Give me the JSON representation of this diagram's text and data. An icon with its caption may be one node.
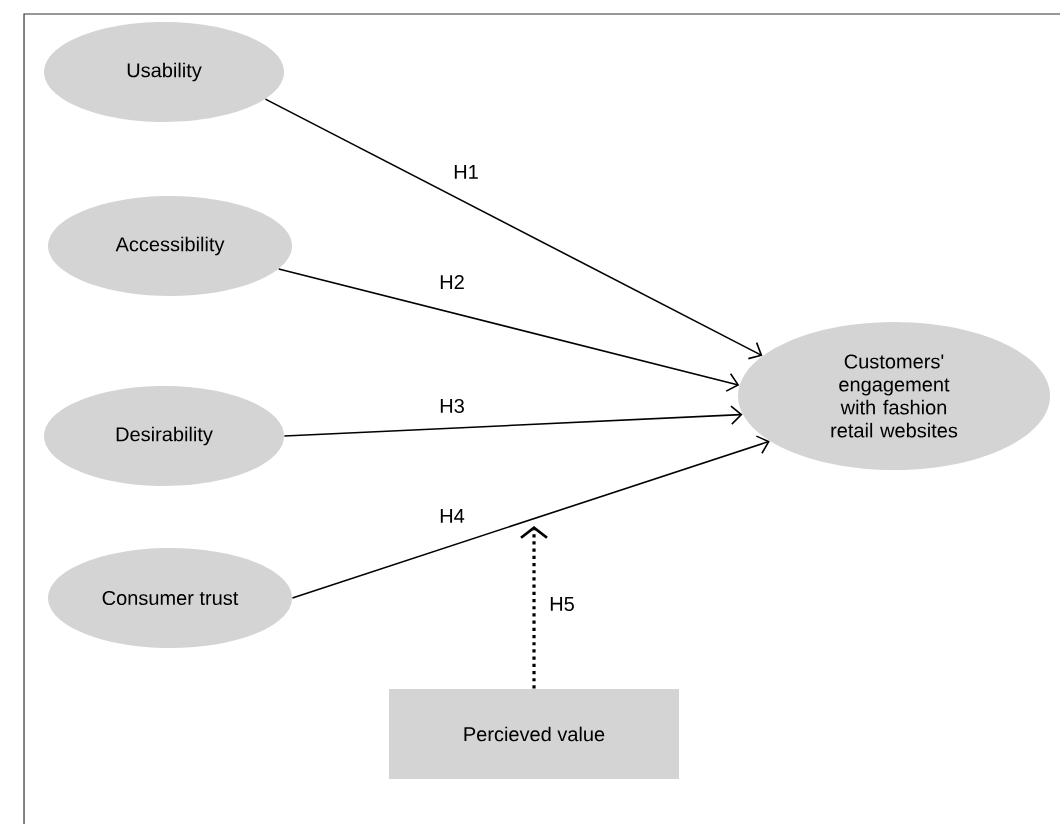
{
  "diagram": {
    "nodes": [
      {
        "text": [
          "Usability"
        ]
      },
      {
        "text": [
          "Accessibility"
        ]
      },
      {
        "text": [
          "Desirability"
        ]
      },
      {
        "text": [
          "Consumer trust"
        ]
      },
      {
        "text": [
          "Customers' engagement with fashion retail websites"
        ]
      },
      {
        "text": [
          "Percieved value"
        ]
      }
    ],
    "edges": [
      {
        "from": 0,
        "to": 4,
        "arrow": "to",
        "label": "H1"
      },
      {
        "from": 1,
        "to": 4,
        "arrow": "to",
        "label": "H2"
      },
      {
        "from": 2,
        "to": 4,
        "arrow": "to",
        "label": "H3"
      },
      {
        "from": 3,
        "to": 4,
        "arrow": "to",
        "label": "H4"
      },
      {
        "from": 5,
        "to": null,
        "arrow": "to",
        "label": "H5",
        "style": "dashed"
      }
    ]
  }
}
